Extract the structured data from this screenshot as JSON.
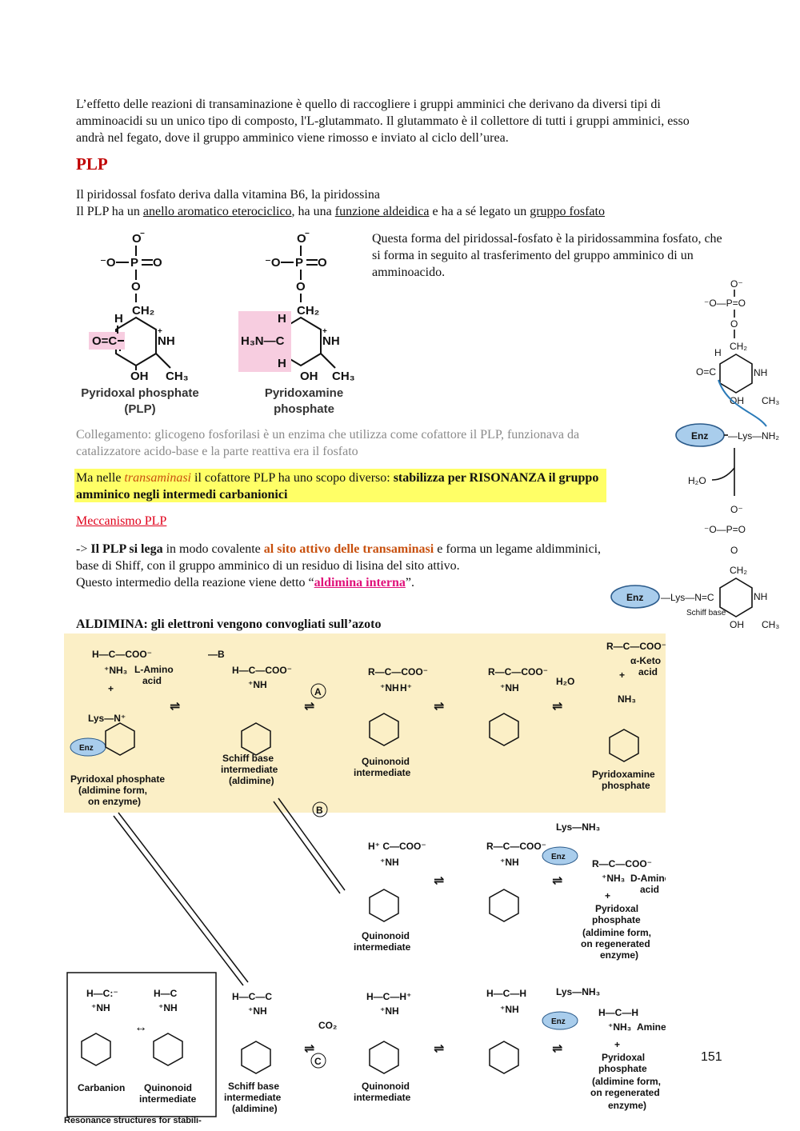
{
  "intro_text": "L’effetto delle reazioni di transaminazione è quello di raccogliere i gruppi amminici che derivano da diversi tipi di amminoacidi su un unico tipo di composto, l'L-glutammato. Il glutammato è il collettore di tutti i gruppi amminici, esso andrà nel fegato, dove il gruppo amminico viene rimosso e inviato al ciclo dell’urea.",
  "plp_heading": "PLP",
  "plp_line1": "Il piridossal fosfato deriva dalla vitamina B6, la piridossina",
  "plp_line2": {
    "part1": "Il PLP ha un ",
    "u1": "anello aromatico eterociclico",
    "part2": ", ha una ",
    "u2": "funzione aldeidica",
    "part3": " e ha a sé legato un ",
    "u3": "gruppo fosfato"
  },
  "structures": {
    "plp_label1": "Pyridoxal phosphate",
    "plp_label2": "(PLP)",
    "pmp_label1": "Pyridoxamine",
    "pmp_label2": "phosphate"
  },
  "right_note": "Questa forma del piridossal-fosfato è la piridossammina fosfato, che si forma in seguito al trasferimento del gruppo amminico di un amminoacido.",
  "collegamento": "Collegamento: glicogeno fosforilasi è un enzima che utilizza come cofattore il PLP, funzionava da catalizzatore acido-base e la parte reattiva era il fosfato",
  "yellow_box": {
    "part1": "Ma nelle ",
    "transaminasi": "transaminasi",
    "part2": " il cofattore PLP ha uno scopo diverso: ",
    "bold": "stabilizza per RISONANZA il gruppo amminico negli intermedi carbanionici"
  },
  "meccanismo_link": "Meccanismo PLP",
  "mechanism": {
    "arrow": "-> ",
    "bold1": "Il PLP si lega",
    "part1": " in modo covalente ",
    "orange": "al sito attivo delle transaminasi",
    "part2": " e forma un legame aldimminici, base di Shiff, con il gruppo amminico di un residuo di lisina del sito attivo.",
    "line3_part1": "Questo intermedio della reazione viene detto “",
    "pink": "aldimina interna",
    "line3_part2": "”."
  },
  "aldimina_heading": "ALDIMINA: gli elettroni vengono convogliati sull’azoto",
  "side_scheme": {
    "enz": "Enz",
    "lys": "Lys",
    "nh2": "NH₂",
    "h2o": "H₂O",
    "schiff": "Schiff base"
  },
  "mechanism_figure": {
    "labels": {
      "amino_acid": "L-Amino acid",
      "plp_aldimine": "Pyridoxal phosphate (aldimine form, on enzyme)",
      "schiff_base": "Schiff base intermediate (aldimine)",
      "quinonoid": "Quinonoid intermediate",
      "keto_acid": "α-Keto acid",
      "pmp": "Pyridoxamine phosphate",
      "d_amino": "D-Amino acid",
      "plp_regenerated": "Pyridoxal phosphate (aldimine form, on regenerated enzyme)",
      "amine": "Amine",
      "carbanion": "Carbanion",
      "quinonoid_int": "Quinonoid intermediate",
      "resonance": "Resonance structures for stabilization of a carbanion by PLP",
      "co2": "CO₂",
      "h2o": "H₂O",
      "enz": "Enz"
    },
    "pathways": [
      "A",
      "B",
      "C"
    ]
  },
  "page_number": "151",
  "colors": {
    "heading_red": "#c00000",
    "highlight_yellow": "#ffff66",
    "figure_bg": "#fbefc6",
    "pink_box": "#f7cde0",
    "enz_blue": "#a9cdec",
    "link_red": "#e0001a",
    "pink_link": "#e0117a",
    "orange": "#c8500e"
  }
}
